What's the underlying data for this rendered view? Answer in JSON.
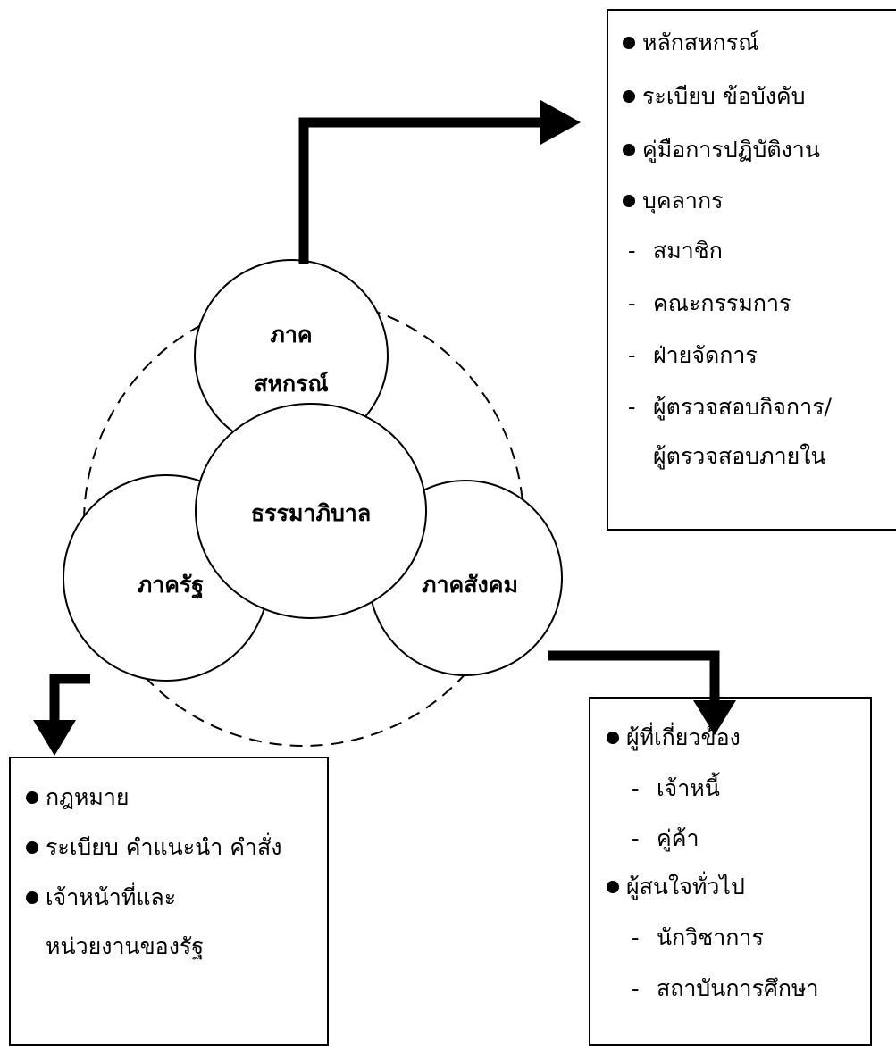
{
  "colors": {
    "line": "#000000",
    "background": "#ffffff"
  },
  "circles": {
    "top_line1": "ภาค",
    "top_line2": "สหกรณ์",
    "center": "ธรรมาภิบาล",
    "left": "ภาครัฐ",
    "right": "ภาคสังคม"
  },
  "box_cooperative": {
    "b1": "หลักสหกรณ์",
    "b2": "ระเบียบ  ข้อบังคับ",
    "b3": "คู่มือการปฏิบัติงาน",
    "b4": "บุคลากร",
    "s1": "สมาชิก",
    "s2": "คณะกรรมการ",
    "s3": "ฝ่ายจัดการ",
    "s4a": "ผู้ตรวจสอบกิจการ/",
    "s4b": "ผู้ตรวจสอบภายใน"
  },
  "box_state": {
    "b1": "กฎหมาย",
    "b2": "ระเบียบ คำแนะนำ คำสั่ง",
    "b3a": "เจ้าหน้าที่และ",
    "b3b": "หน่วยงานของรัฐ"
  },
  "box_society": {
    "b1": "ผู้ที่เกี่ยวข้อง",
    "s1": "เจ้าหนี้",
    "s2": "คู่ค้า",
    "b2": "ผู้สนใจทั่วไป",
    "s3": "นักวิชาการ",
    "s4": "สถาบันการศึกษา"
  }
}
